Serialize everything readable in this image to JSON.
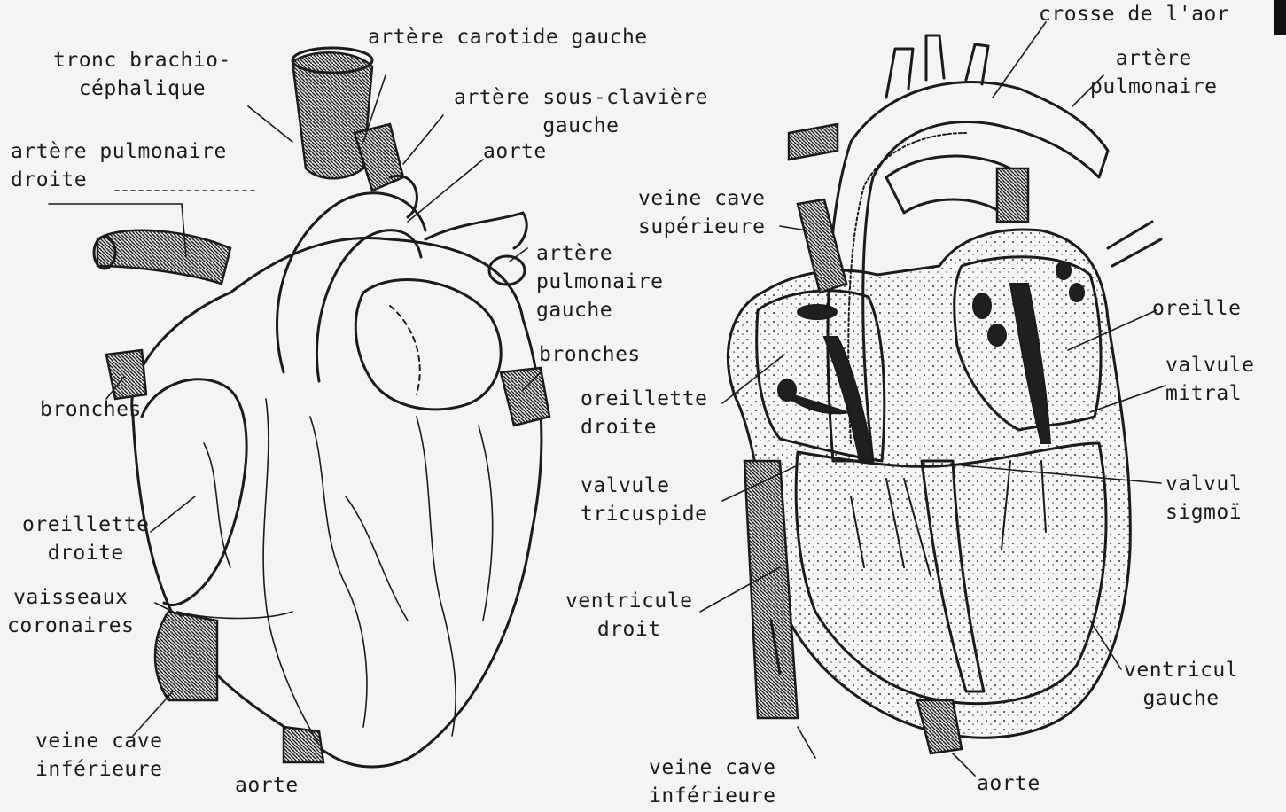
{
  "left_heart": {
    "labels": {
      "tronc": "tronc brachio-\ncéphalique",
      "carotide": "artère carotide gauche",
      "sous_claviere": "artère sous-clavière\ngauche",
      "pulm_droite": "artère pulmonaire\ndroite",
      "aorte_top": "aorte",
      "pulm_gauche": "artère\npulmonaire\ngauche",
      "bronches_right": "bronches",
      "bronches_left": "bronches",
      "oreillette": "oreillette\ndroite",
      "vaisseaux": "vaisseaux\ncoronaires",
      "veine_cave": "veine cave\ninférieure",
      "aorte_bottom": "aorte"
    }
  },
  "right_heart": {
    "labels": {
      "crosse": "crosse de l'aor",
      "artere_pulm": "artère\npulmonaire",
      "veine_cave_sup": "veine cave\nsupérieure",
      "oreille": "oreille",
      "valvule_mitrale": "valvule\nmitral",
      "oreillette": "oreillette\ndroite",
      "valvule_tricuspide": "valvule\ntricuspide",
      "valvule_sigmoide": "valvul\nsigmoï",
      "ventricule_droit": "ventricule\ndroit",
      "ventricule_gauche": "ventricul\ngauche",
      "veine_cave_inf": "veine cave\ninférieure",
      "aorte": "aorte"
    }
  }
}
